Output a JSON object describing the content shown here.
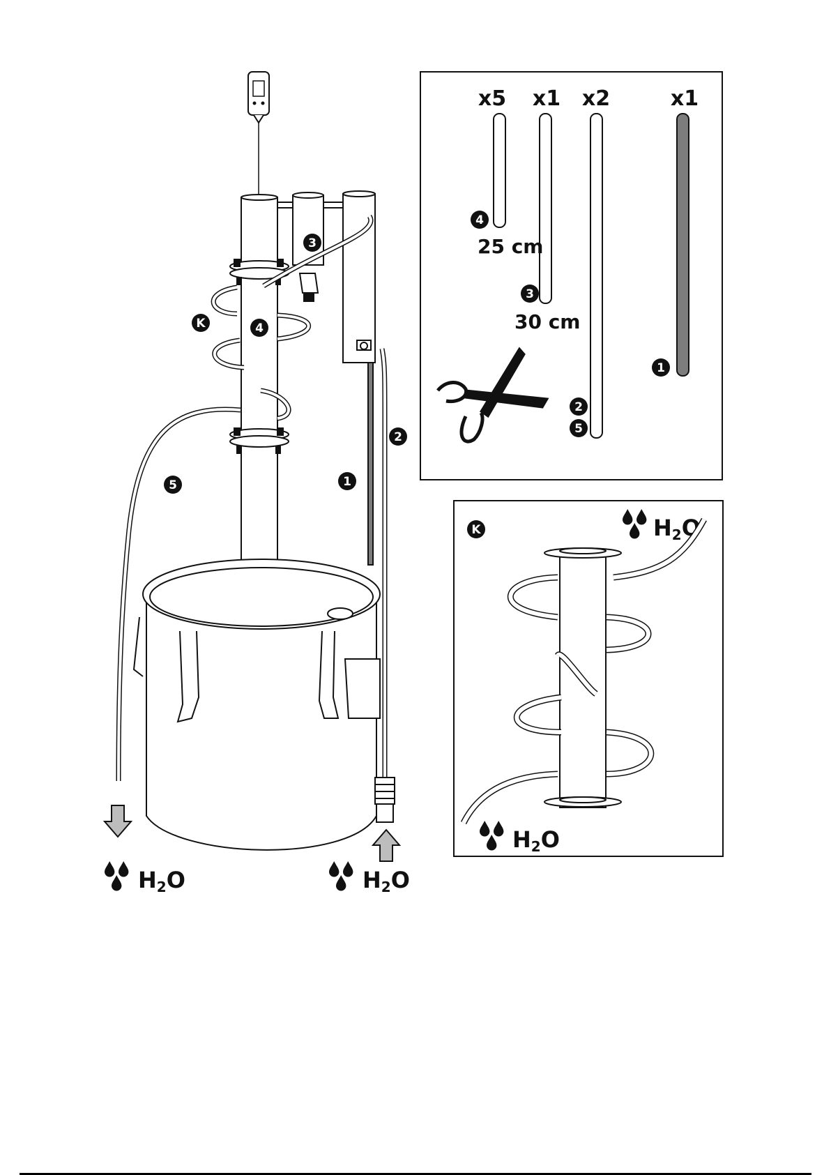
{
  "badges": {
    "tube1": "1",
    "tube2": "2",
    "tube3": "3",
    "tube4": "4",
    "tube5": "5",
    "detail": "K"
  },
  "water": {
    "h2o_main": "H",
    "h2o_sub": "2",
    "h2o_tail": "O"
  },
  "parts_panel": {
    "qty_x5": "x5",
    "qty_x1_a": "x1",
    "qty_x2": "x2",
    "qty_x1_b": "x1",
    "len_25": "25 cm",
    "len_30": "30 cm"
  },
  "colors": {
    "ink": "#111111",
    "tube_dark": "#7d7d7d",
    "arrow_fill": "#bdbdbd"
  },
  "icons": [
    "thermometer-icon",
    "scissors-icon",
    "water-drops-icon",
    "flow-arrow-icon"
  ]
}
